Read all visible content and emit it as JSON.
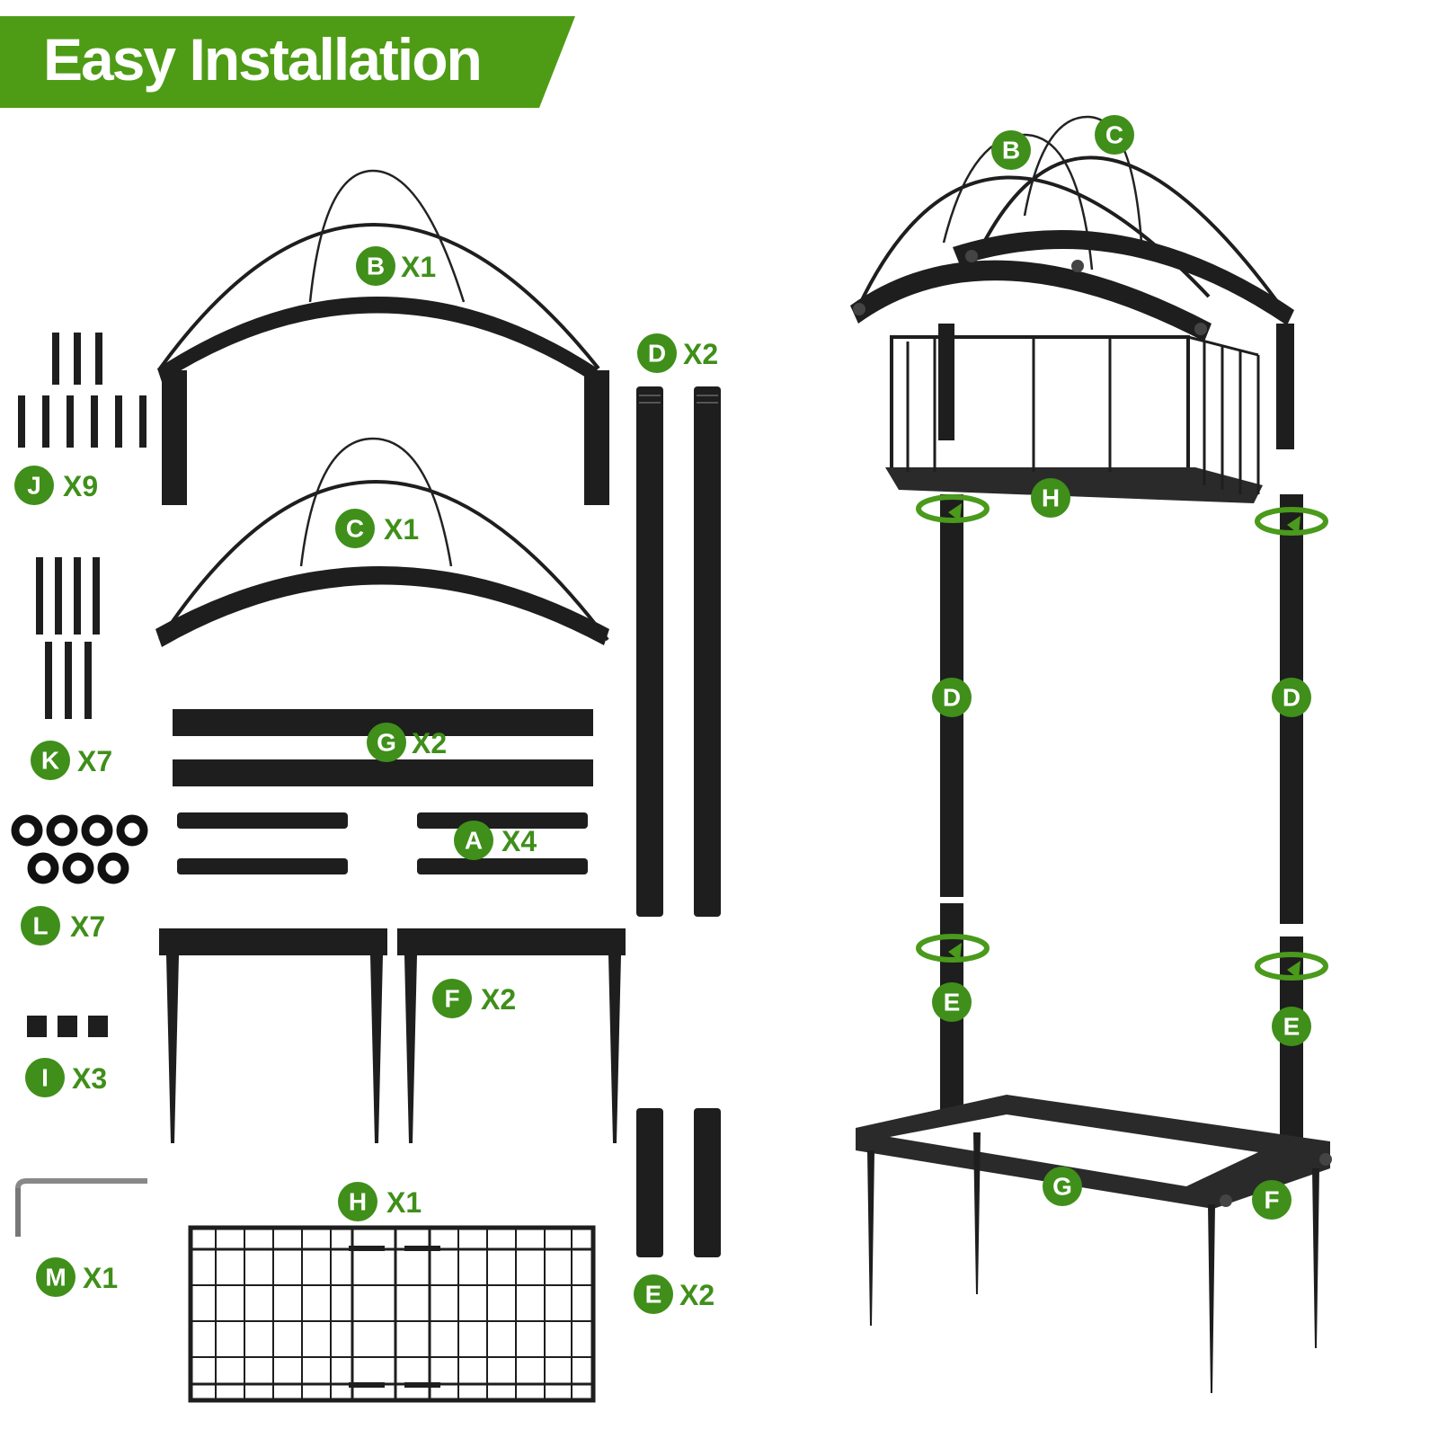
{
  "header": {
    "title": "Easy Installation",
    "banner_color": "#4e9c15"
  },
  "colors": {
    "badge": "#3f8f1a",
    "metal": "#1e1e1e",
    "text_accent": "#3f8f1a"
  },
  "parts": [
    {
      "id": "B",
      "qty": "X1"
    },
    {
      "id": "C",
      "qty": "X1"
    },
    {
      "id": "D",
      "qty": "X2"
    },
    {
      "id": "G",
      "qty": "X2"
    },
    {
      "id": "A",
      "qty": "X4"
    },
    {
      "id": "F",
      "qty": "X2"
    },
    {
      "id": "E",
      "qty": "X2"
    },
    {
      "id": "H",
      "qty": "X1"
    },
    {
      "id": "J",
      "qty": "X9"
    },
    {
      "id": "K",
      "qty": "X7"
    },
    {
      "id": "L",
      "qty": "X7"
    },
    {
      "id": "I",
      "qty": "X3"
    },
    {
      "id": "M",
      "qty": "X1"
    }
  ],
  "assembly_labels": [
    "B",
    "C",
    "H",
    "D",
    "D",
    "E",
    "E",
    "G",
    "F"
  ]
}
